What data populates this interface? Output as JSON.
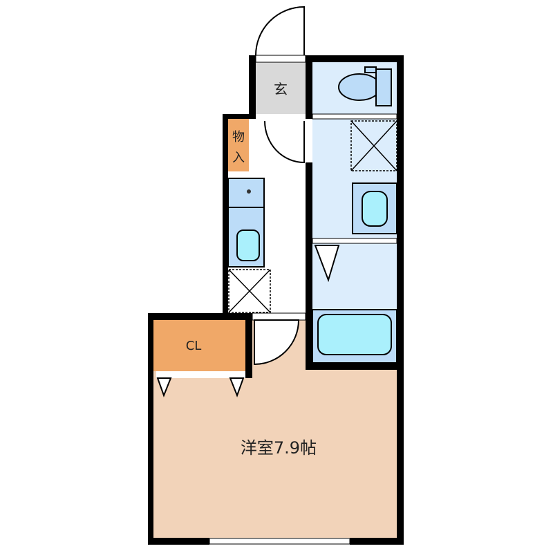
{
  "rooms": {
    "entrance": "玄",
    "storage_line1": "物",
    "storage_line2": "入",
    "closet": "CL",
    "western_room": "洋室7.9帖"
  },
  "colors": {
    "wall": "#000000",
    "entrance_floor": "#d9d9d9",
    "wet_area": "#dcedfc",
    "fixture": "#bcdcf8",
    "basin": "#aaf0fc",
    "storage": "#f0a868",
    "room_floor": "#f2d3b9"
  }
}
